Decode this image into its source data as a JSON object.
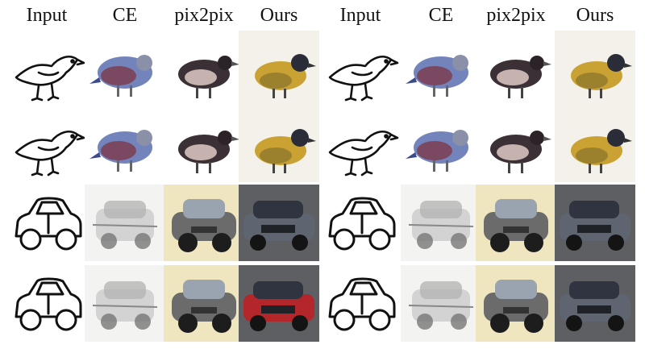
{
  "headers": [
    "Input",
    "CE",
    "pix2pix",
    "Ours",
    "Input",
    "CE",
    "pix2pix",
    "Ours"
  ],
  "rows": [
    {
      "subject": "bird",
      "cells": [
        "sketch-bird",
        "ce-bird",
        "pix2pix-bird",
        "ours-bird",
        "sketch-bird",
        "ce-bird",
        "pix2pix-bird",
        "ours-bird"
      ]
    },
    {
      "subject": "bird",
      "cells": [
        "sketch-bird",
        "ce-bird",
        "pix2pix-bird",
        "ours-bird",
        "sketch-bird",
        "ce-bird",
        "pix2pix-bird",
        "ours-bird"
      ]
    },
    {
      "subject": "car",
      "cells": [
        "sketch-car",
        "ce-car",
        "pix2pix-car",
        "ours-car",
        "sketch-car",
        "ce-car",
        "pix2pix-car",
        "ours-car"
      ]
    },
    {
      "subject": "car",
      "cells": [
        "sketch-car",
        "ce-car",
        "pix2pix-car",
        "ours-car",
        "sketch-car",
        "ce-car",
        "pix2pix-car",
        "ours-car"
      ]
    }
  ],
  "colors": {
    "ours_bird_body": "#c9a233",
    "ours_car_gray": "#5f6570",
    "ours_car_red": "#b3262a",
    "pix2pix_car_bg": "#efe6bf",
    "ce_bird_blue": "#5a6fb0"
  }
}
